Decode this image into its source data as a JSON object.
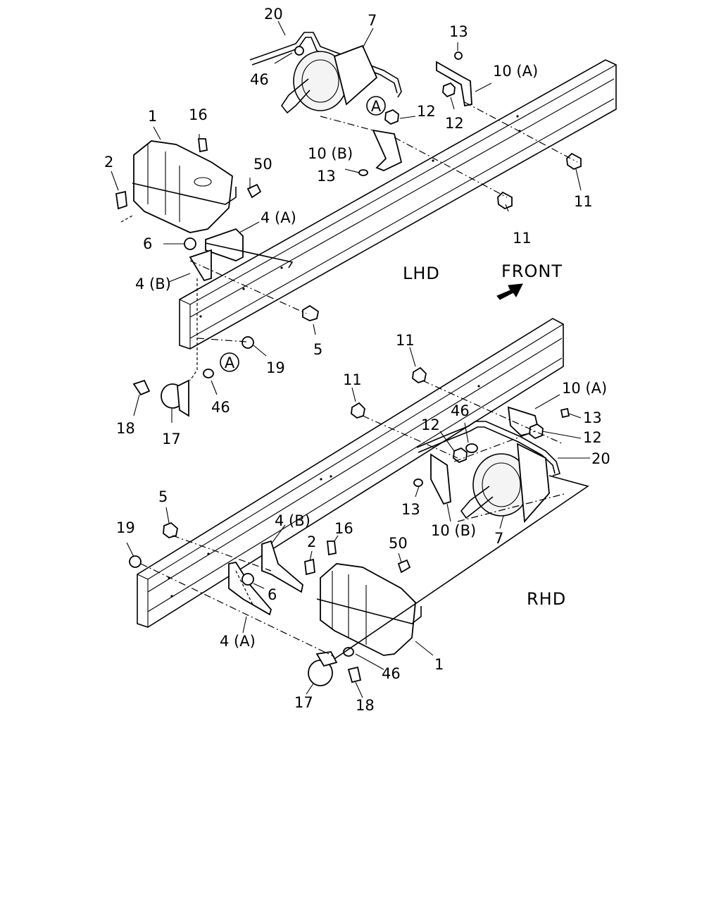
{
  "views": {
    "lhd": {
      "title": "LHD",
      "callouts": {
        "c20": "20",
        "c7": "7",
        "c13": "13",
        "c46a": "46",
        "c10a": "10 (A)",
        "c12a": "12",
        "c12b": "12",
        "c1": "1",
        "c16": "16",
        "c10b": "10 (B)",
        "c2": "2",
        "c50": "50",
        "c13b": "13",
        "c11a": "11",
        "c11b": "11",
        "c4a": "4 (A)",
        "c6": "6",
        "c4b": "4 (B)",
        "c5": "5",
        "c19": "19",
        "c46b": "46",
        "c18": "18",
        "c17": "17"
      },
      "ref_marker": "A",
      "ref_marker_2": "A"
    },
    "rhd": {
      "title": "RHD",
      "callouts": {
        "c11a": "11",
        "c11b": "11",
        "c10a": "10 (A)",
        "c46": "46",
        "c13a": "13",
        "c12a": "12",
        "c12b": "12",
        "c20": "20",
        "c13b": "13",
        "c10b": "10 (B)",
        "c7": "7",
        "c5": "5",
        "c4b": "4 (B)",
        "c16": "16",
        "c19": "19",
        "c2": "2",
        "c50": "50",
        "c6": "6",
        "c4a": "4 (A)",
        "c1": "1",
        "c46b": "46",
        "c17": "17",
        "c18": "18"
      }
    }
  },
  "direction": {
    "label": "FRONT"
  },
  "icons": {
    "direction_arrow": "arrow-up-right-icon"
  }
}
